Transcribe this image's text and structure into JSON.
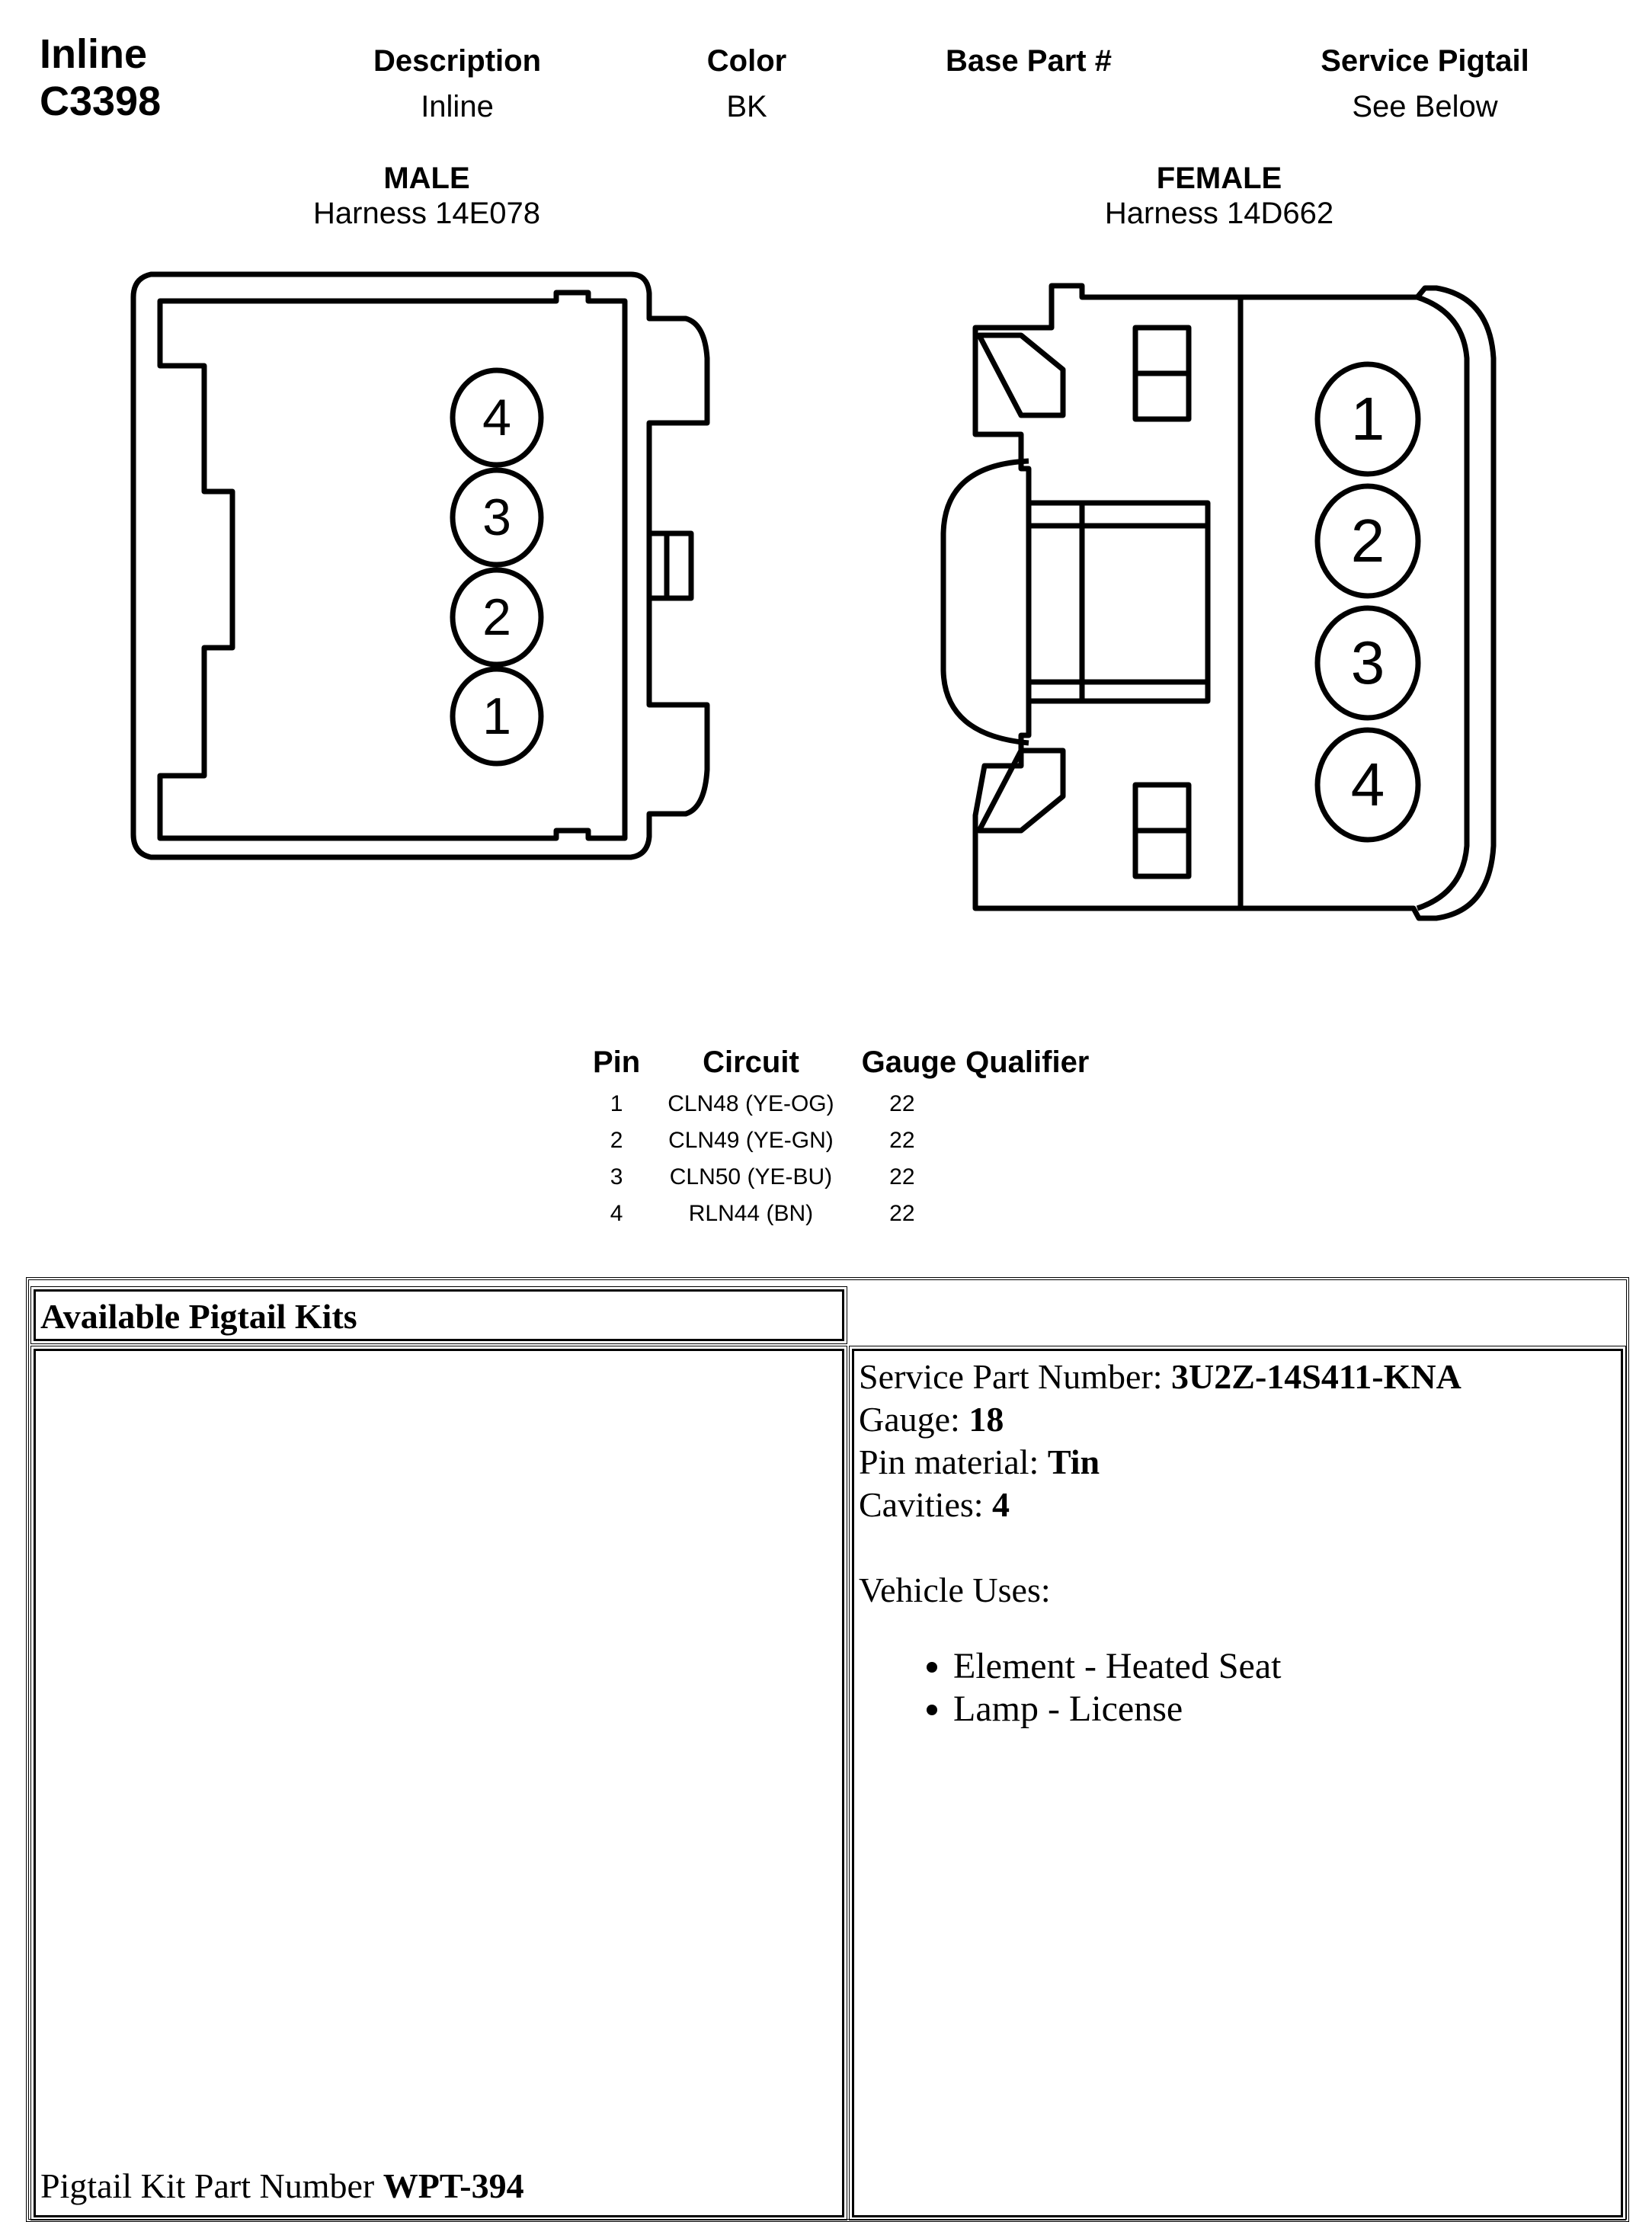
{
  "connector": {
    "title_line1": "Inline",
    "title_line2": "C3398"
  },
  "header": {
    "description_label": "Description",
    "color_label": "Color",
    "base_part_label": "Base Part #",
    "service_pigtail_label": "Service Pigtail",
    "description_value": "Inline",
    "color_value": "BK",
    "base_part_value": "",
    "service_pigtail_value": "See Below"
  },
  "male": {
    "label": "MALE",
    "harness": "Harness  14E078",
    "pins": [
      "4",
      "3",
      "2",
      "1"
    ]
  },
  "female": {
    "label": "FEMALE",
    "harness": "Harness  14D662",
    "pins": [
      "1",
      "2",
      "3",
      "4"
    ]
  },
  "pin_table": {
    "headers": [
      "Pin",
      "Circuit",
      "Gauge",
      "Qualifier"
    ],
    "rows": [
      {
        "pin": "1",
        "circuit": "CLN48 (YE-OG)",
        "gauge": "22",
        "qualifier": ""
      },
      {
        "pin": "2",
        "circuit": "CLN49 (YE-GN)",
        "gauge": "22",
        "qualifier": ""
      },
      {
        "pin": "3",
        "circuit": "CLN50 (YE-BU)",
        "gauge": "22",
        "qualifier": ""
      },
      {
        "pin": "4",
        "circuit": "RLN44 (BN)",
        "gauge": "22",
        "qualifier": ""
      }
    ]
  },
  "pigtail": {
    "heading": "Available Pigtail Kits",
    "kit_label": "Pigtail Kit Part Number ",
    "kit_number": "WPT-394",
    "service_part_label": "Service Part Number: ",
    "service_part_value": "3U2Z-14S411-KNA",
    "gauge_label": "Gauge: ",
    "gauge_value": "18",
    "pin_material_label": "Pin material: ",
    "pin_material_value": "Tin",
    "cavities_label": "Cavities: ",
    "cavities_value": "4",
    "vehicle_uses_label": "Vehicle Uses:",
    "vehicle_uses": [
      "Element - Heated Seat",
      "Lamp - License"
    ]
  }
}
